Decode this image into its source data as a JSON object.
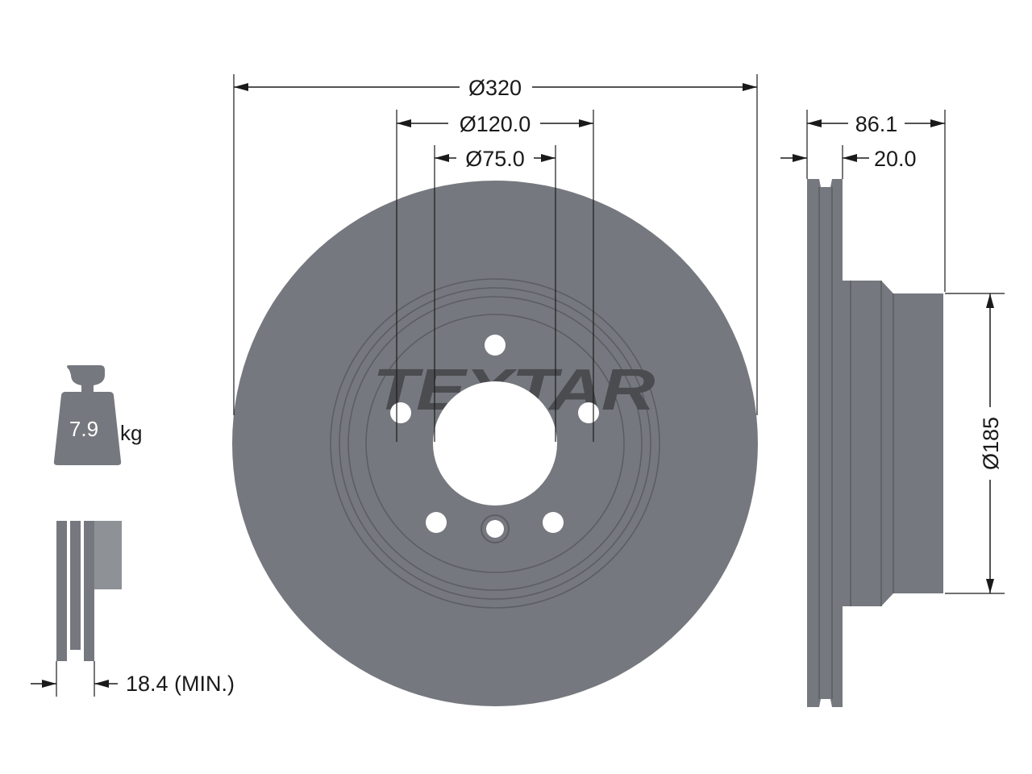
{
  "brand": {
    "name": "TEXTAR",
    "color": "#75787e"
  },
  "dimensions": {
    "outer_diameter": "Ø320",
    "bolt_circle": "Ø120.0",
    "center_bore": "Ø75.0",
    "total_height": "86.1",
    "disc_thickness": "20.0",
    "hat_diameter": "Ø185",
    "min_thickness": "18.4 (MIN.)"
  },
  "weight": {
    "value": "7.9",
    "unit": "kg",
    "icon": "weight-icon"
  }
}
